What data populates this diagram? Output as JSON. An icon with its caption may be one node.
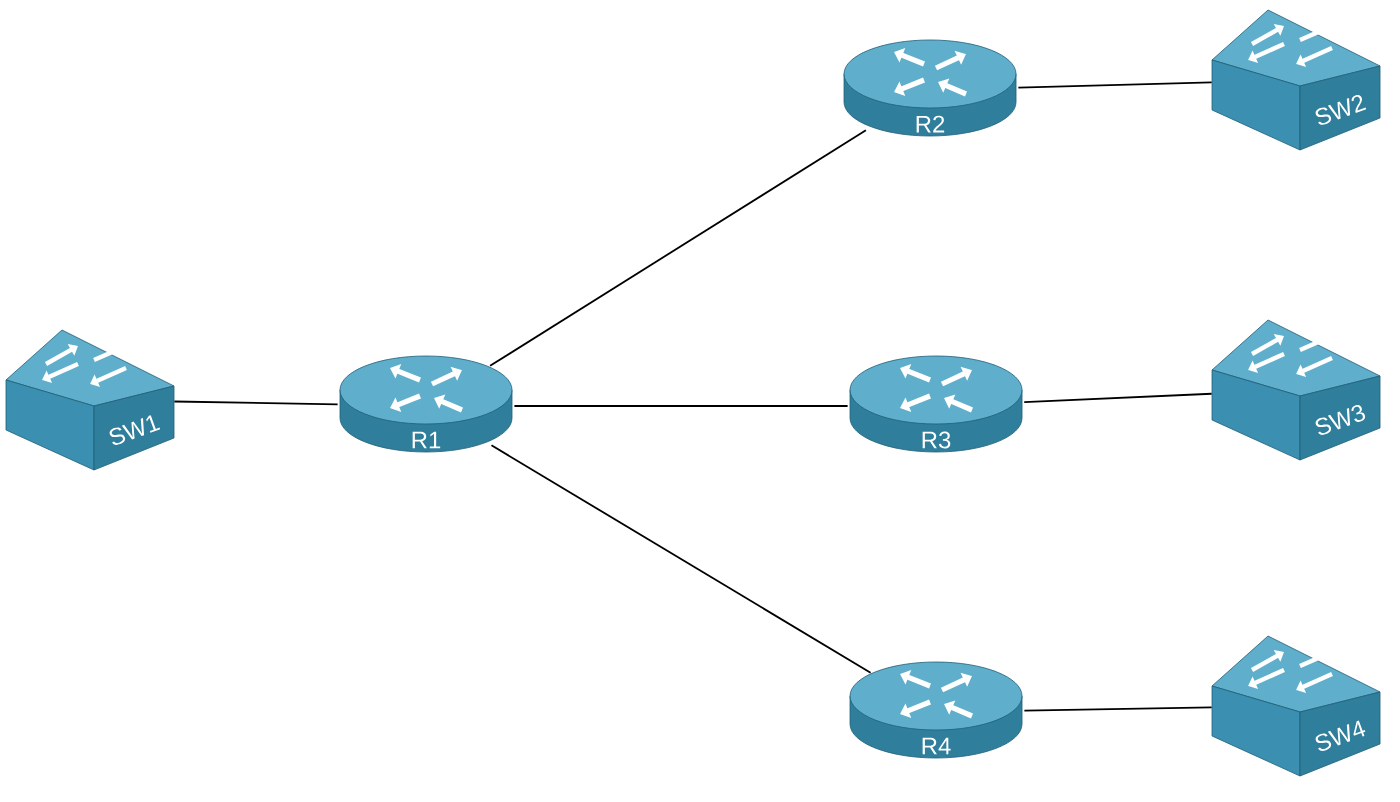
{
  "diagram": {
    "nodes": [
      {
        "text": [
          "SW1"
        ]
      },
      {
        "text": [
          "R1"
        ]
      },
      {
        "text": [
          "R2"
        ]
      },
      {
        "text": [
          "R3"
        ]
      },
      {
        "text": [
          "R4"
        ]
      },
      {
        "text": [
          "SW2"
        ]
      },
      {
        "text": [
          "SW3"
        ]
      },
      {
        "text": [
          "SW4"
        ]
      }
    ],
    "edges": [
      {
        "from": 0,
        "to": 1,
        "arrow": "none"
      },
      {
        "from": 1,
        "to": 2,
        "arrow": "none"
      },
      {
        "from": 1,
        "to": 3,
        "arrow": "none"
      },
      {
        "from": 1,
        "to": 4,
        "arrow": "none"
      },
      {
        "from": 2,
        "to": 5,
        "arrow": "none"
      },
      {
        "from": 3,
        "to": 6,
        "arrow": "none"
      },
      {
        "from": 4,
        "to": 7,
        "arrow": "none"
      }
    ]
  }
}
